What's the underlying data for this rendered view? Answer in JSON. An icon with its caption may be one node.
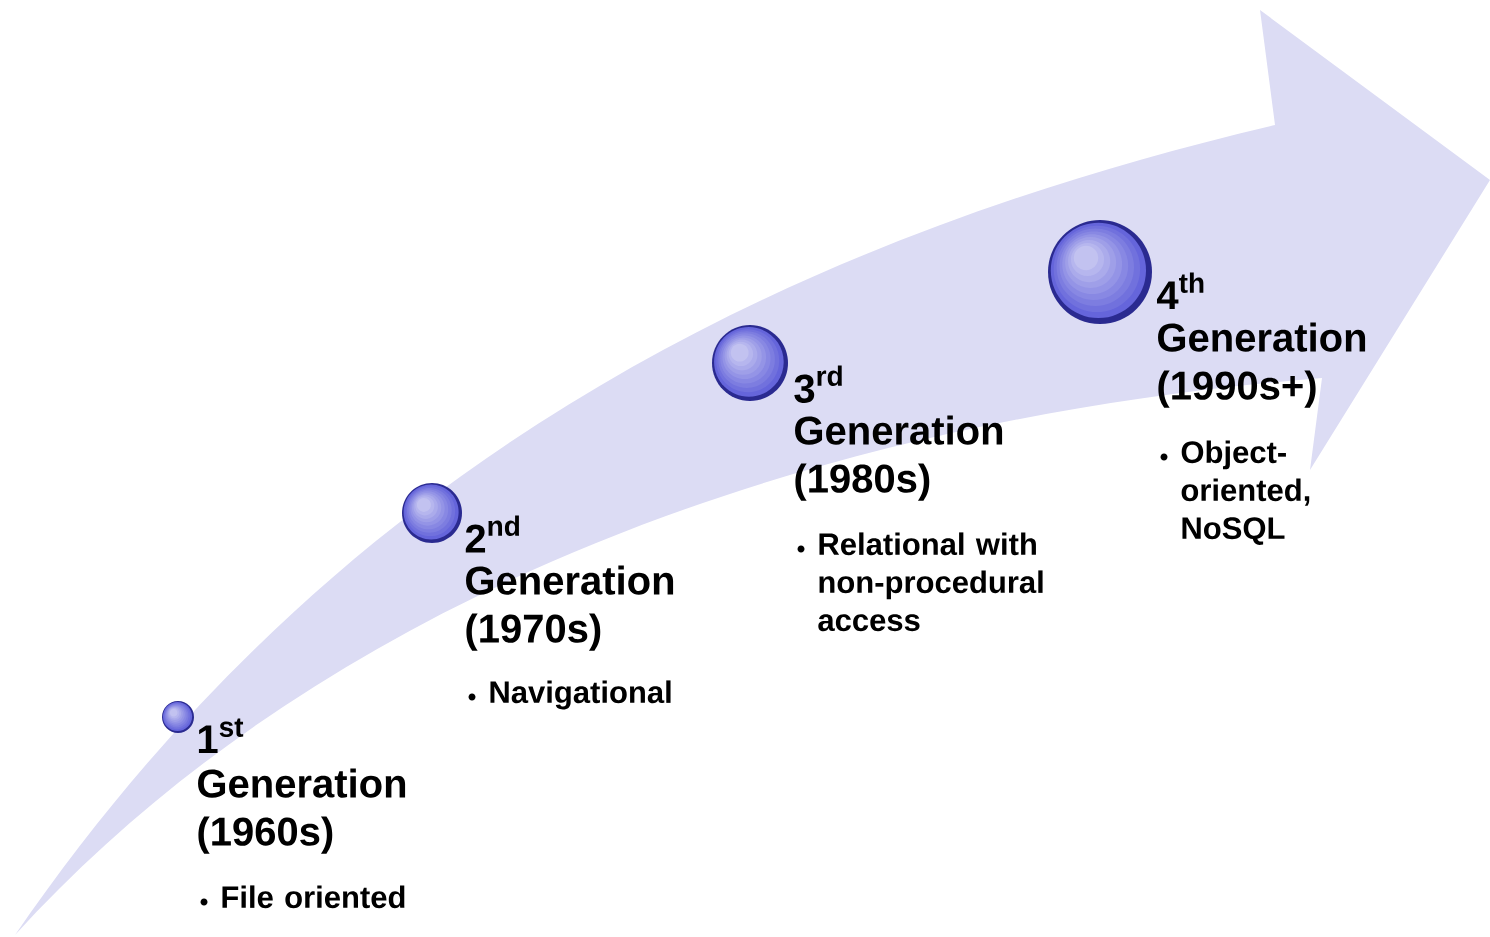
{
  "diagram": {
    "nodes": [
      {
        "text": [],
        "shape": "circle",
        "beside": [
          "\\textbf{1}^{\\textbf{st}}",
          "Generation (1960s)",
          "File oriented"
        ]
      },
      {
        "text": [],
        "shape": "circle",
        "beside": [
          "\\textbf{2}^{\\textbf{nd}}",
          "Generation (1970s)",
          "Navigational"
        ]
      },
      {
        "text": [],
        "shape": "circle",
        "beside": [
          "\\textbf{3}^{\\textbf{rd}}",
          "Generation (1980s)",
          "Relational with non-procedural access"
        ]
      },
      {
        "text": [],
        "shape": "circle",
        "beside": [
          "\\textbf{4}^{\\textbf{th}}",
          "Generation (1990s+)",
          "Object-oriented, NoSQL"
        ]
      }
    ]
  }
}
